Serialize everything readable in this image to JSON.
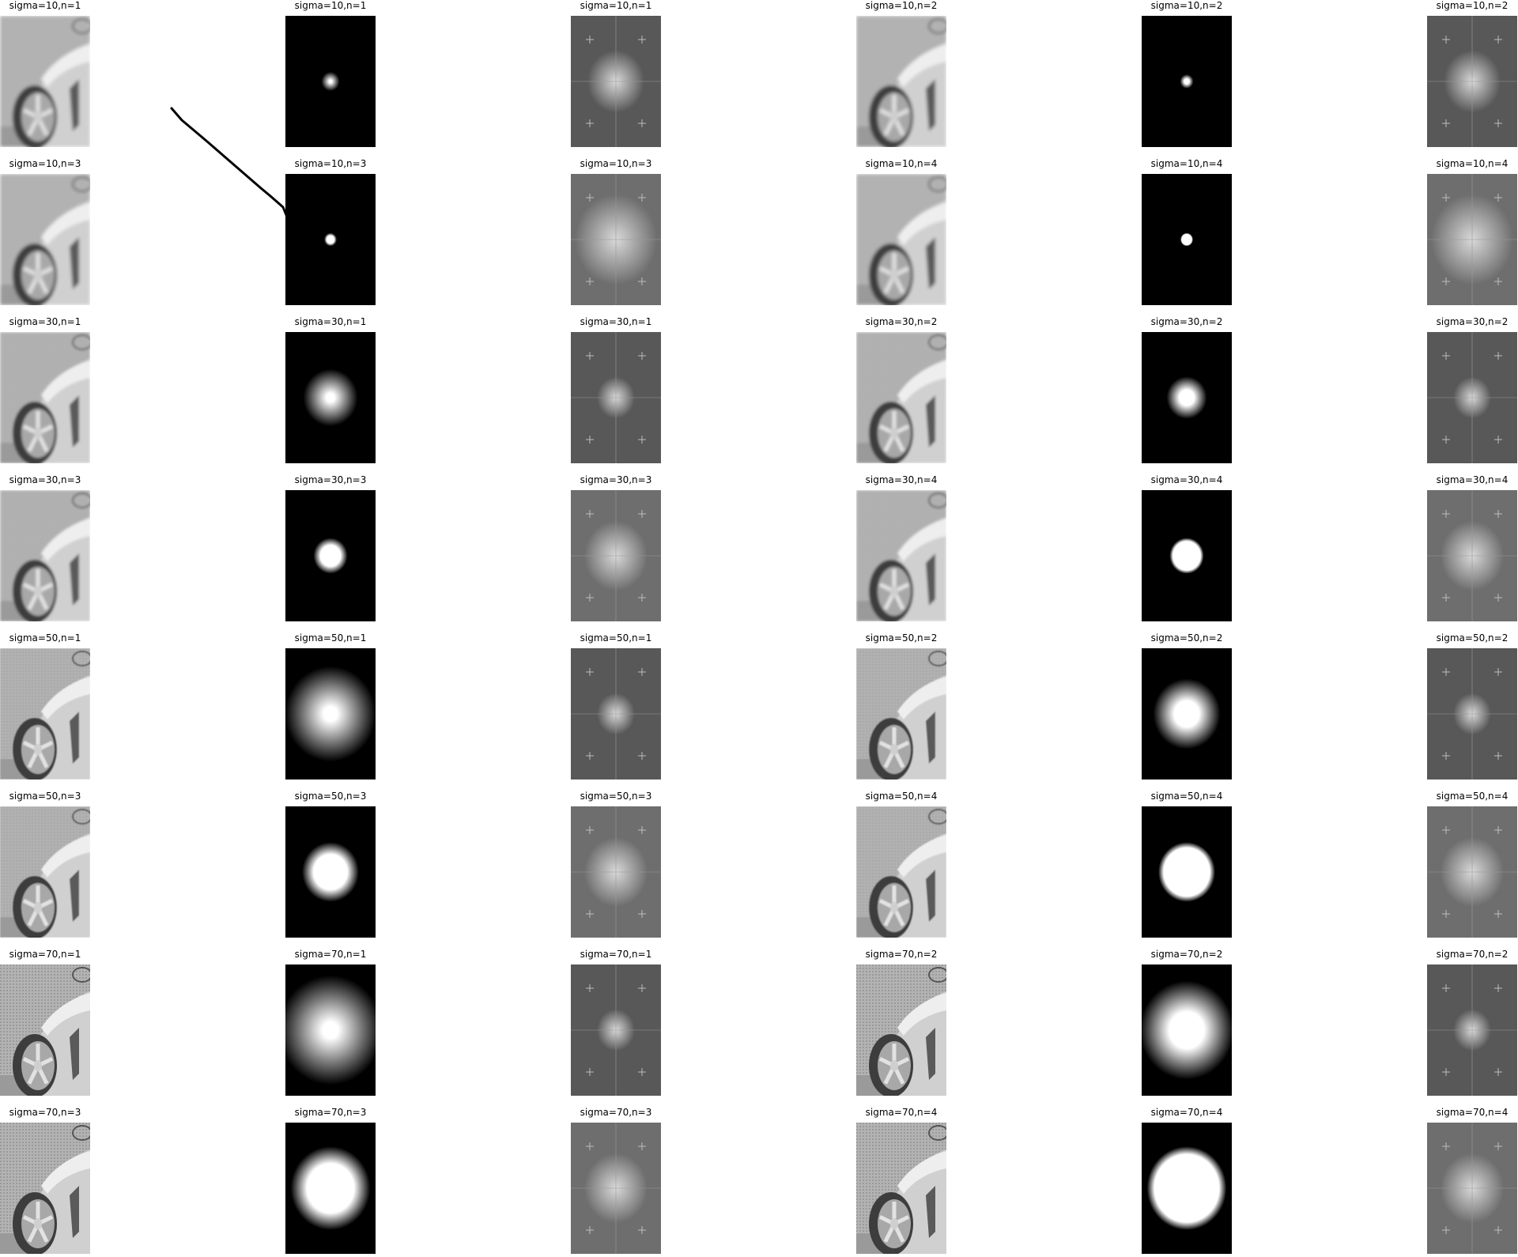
{
  "figure": {
    "rows": [
      [
        "sigma=10,n=1",
        "sigma=10,n=1",
        "sigma=10,n=1",
        "sigma=10,n=2",
        "sigma=10,n=2",
        "sigma=10,n=2"
      ],
      [
        "sigma=10,n=3",
        "sigma=10,n=3",
        "sigma=10,n=3",
        "sigma=10,n=4",
        "sigma=10,n=4",
        "sigma=10,n=4"
      ],
      [
        "sigma=30,n=1",
        "sigma=30,n=1",
        "sigma=30,n=1",
        "sigma=30,n=2",
        "sigma=30,n=2",
        "sigma=30,n=2"
      ],
      [
        "sigma=30,n=3",
        "sigma=30,n=3",
        "sigma=30,n=3",
        "sigma=30,n=4",
        "sigma=30,n=4",
        "sigma=30,n=4"
      ],
      [
        "sigma=50,n=1",
        "sigma=50,n=1",
        "sigma=50,n=1",
        "sigma=50,n=2",
        "sigma=50,n=2",
        "sigma=50,n=2"
      ],
      [
        "sigma=50,n=3",
        "sigma=50,n=3",
        "sigma=50,n=3",
        "sigma=50,n=4",
        "sigma=50,n=4",
        "sigma=50,n=4"
      ],
      [
        "sigma=70,n=1",
        "sigma=70,n=1",
        "sigma=70,n=1",
        "sigma=70,n=2",
        "sigma=70,n=2",
        "sigma=70,n=2"
      ],
      [
        "sigma=70,n=3",
        "sigma=70,n=3",
        "sigma=70,n=3",
        "sigma=70,n=4",
        "sigma=70,n=4",
        "sigma=70,n=4"
      ]
    ],
    "panel_kinds": [
      "filtered-image",
      "filter-mask",
      "spectrum",
      "filtered-image",
      "filter-mask",
      "spectrum"
    ],
    "row_params": [
      {
        "sigma": 10,
        "n": [
          1,
          2
        ]
      },
      {
        "sigma": 10,
        "n": [
          3,
          4
        ]
      },
      {
        "sigma": 30,
        "n": [
          1,
          2
        ]
      },
      {
        "sigma": 30,
        "n": [
          3,
          4
        ]
      },
      {
        "sigma": 50,
        "n": [
          1,
          2
        ]
      },
      {
        "sigma": 50,
        "n": [
          3,
          4
        ]
      },
      {
        "sigma": 70,
        "n": [
          1,
          2
        ]
      },
      {
        "sigma": 70,
        "n": [
          3,
          4
        ]
      }
    ],
    "colors": {
      "background": "#ffffff",
      "title_text": "#000000",
      "stroke": "#000000"
    }
  }
}
